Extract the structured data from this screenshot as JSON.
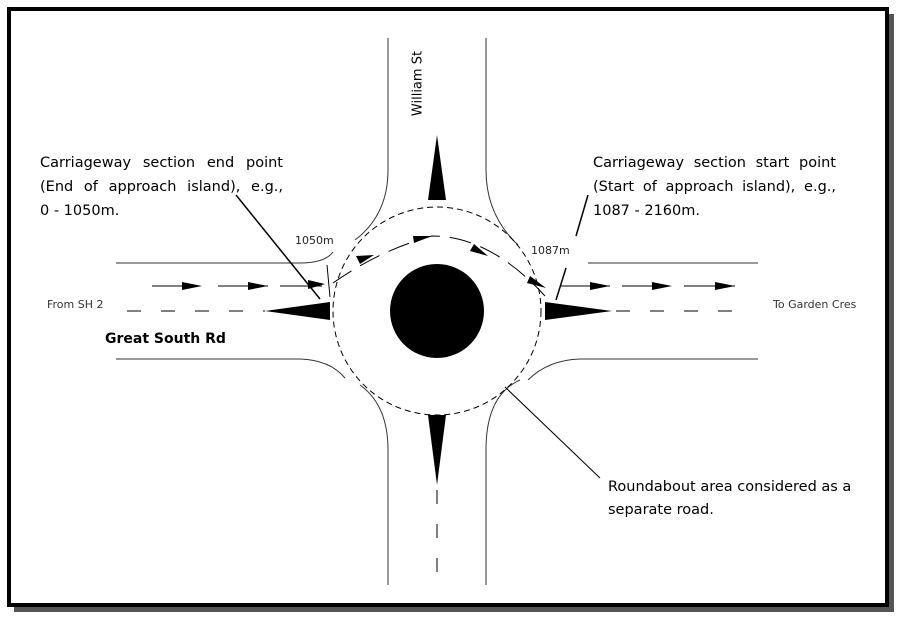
{
  "labels": {
    "end_point_lines": [
      "Carriageway section end point",
      "(End of approach island), e.g.,",
      "0 - 1050m."
    ],
    "start_point_lines": [
      "Carriageway section start point",
      "(Start of approach island), e.g.,",
      "1087 - 2160m."
    ],
    "end_marker": "1050m",
    "start_marker": "1087m",
    "from": "From SH 2",
    "to": "To Garden Cres",
    "main_road": "Great South Rd",
    "side_road": "William St",
    "roundabout_lines": [
      "Roundabout area considered as a",
      "separate road."
    ]
  }
}
